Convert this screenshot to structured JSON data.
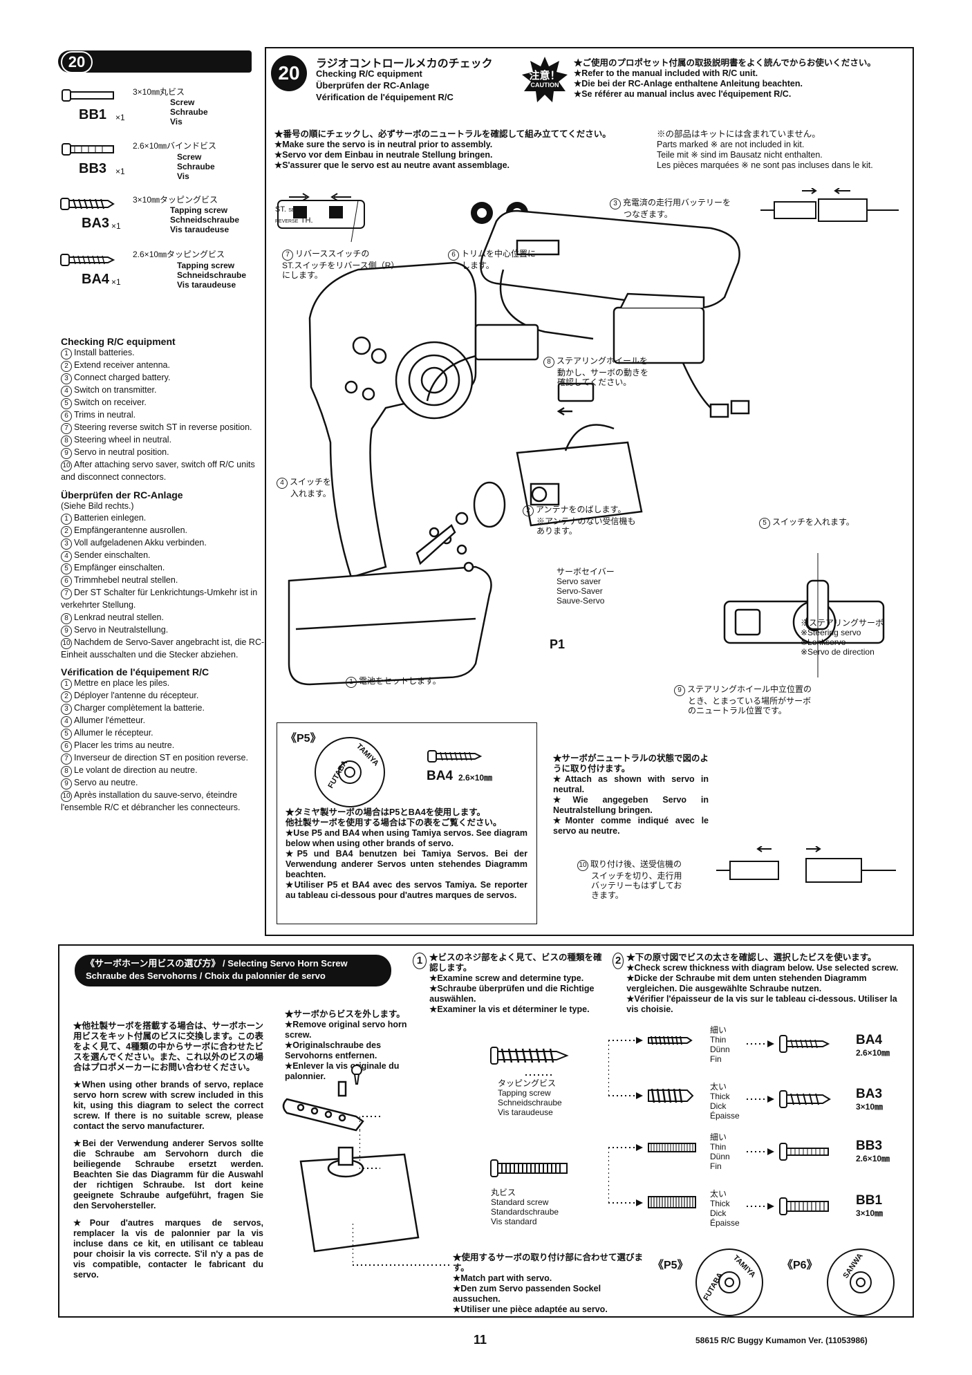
{
  "step": {
    "number": "20",
    "title_jp": "ラジオコントロールメカのチェック",
    "title_en": "Checking R/C equipment",
    "title_de": "Überprüfen der RC-Anlage",
    "title_fr": "Vérification de l'équipement R/C"
  },
  "caution": {
    "badge_jp": "注意！",
    "badge_en": "CAUTION",
    "lines": [
      "★ご使用のプロポセット付属の取扱説明書をよく読んでからお使いください。",
      "★Refer to the manual included with R/C unit.",
      "★Die bei der RC-Anlage enthaltene Anleitung beachten.",
      "★Se référer au manual inclus avec l'équipement R/C."
    ]
  },
  "parts": [
    {
      "code": "BB1",
      "qty": "×1",
      "size": "3×10㎜丸ビス",
      "names": [
        "Screw",
        "Schraube",
        "Vis"
      ]
    },
    {
      "code": "BB3",
      "qty": "×1",
      "size": "2.6×10㎜バインドビス",
      "names": [
        "Screw",
        "Schraube",
        "Vis"
      ]
    },
    {
      "code": "BA3",
      "qty": "×1",
      "size": "3×10㎜タッピングビス",
      "names": [
        "Tapping screw",
        "Schneidschraube",
        "Vis taraudeuse"
      ]
    },
    {
      "code": "BA4",
      "qty": "×1",
      "size": "2.6×10㎜タッピングビス",
      "names": [
        "Tapping screw",
        "Schneidschraube",
        "Vis taraudeuse"
      ]
    }
  ],
  "checklists": [
    {
      "title": "Checking R/C equipment",
      "items": [
        "Install batteries.",
        "Extend receiver antenna.",
        "Connect charged battery.",
        "Switch on transmitter.",
        "Switch on receiver.",
        "Trims in neutral.",
        "Steering reverse switch ST in reverse position.",
        "Steering wheel in neutral.",
        "Servo in neutral position.",
        "After attaching servo saver, switch off R/C units and disconnect connectors."
      ]
    },
    {
      "title": "Überprüfen der RC-Anlage",
      "subtitle": "(Siehe Bild rechts.)",
      "items": [
        "Batterien einlegen.",
        "Empfängerantenne ausrollen.",
        "Voll aufgeladenen Akku verbinden.",
        "Sender einschalten.",
        "Empfänger einschalten.",
        "Trimmhebel neutral stellen.",
        "Der ST Schalter für Lenkrichtungs-Umkehr ist in verkehrter Stellung.",
        "Lenkrad neutral stellen.",
        "Servo in Neutralstellung.",
        "Nachdem de Servo-Saver angebracht ist, die RC-Einheit ausschalten und die Stecker abziehen."
      ]
    },
    {
      "title": "Vérification de l'équipement R/C",
      "items": [
        "Mettre en place les piles.",
        "Déployer l'antenne du récepteur.",
        "Charger complètement la batterie.",
        "Allumer l'émetteur.",
        "Allumer le récepteur.",
        "Placer les trims au neutre.",
        "Inverseur de direction ST en position reverse.",
        "Le volant de direction au neutre.",
        "Servo au neutre.",
        "Après installation du sauve-servo, éteindre l'ensemble R/C et débrancher les connecteurs."
      ]
    }
  ],
  "neutral_note": [
    "★番号の順にチェックし、必ずサーボのニュートラルを確認して組み立ててください。",
    "★Make sure the servo is in neutral prior to assembly.",
    "★Servo vor dem Einbau in neutrale Stellung bringen.",
    "★S'assurer que le servo est au neutre avant assemblage."
  ],
  "not_included": [
    "※の部品はキットには含まれていません。",
    "Parts marked ※ are not included in kit.",
    "Teile mit ※ sind im Bausatz nicht enthalten.",
    "Les pièces marquées ※ ne sont pas incluses dans le kit."
  ],
  "callouts": {
    "c1": "電池をセットします。",
    "c2a": "アンテナをのばします。",
    "c2b": "※アンテナのない受信機も",
    "c2c": "あります。",
    "c3a": "充電済の走行用バッテリーを",
    "c3b": "つなぎます。",
    "c4a": "スイッチを",
    "c4b": "入れます。",
    "c5": "スイッチを入れます。",
    "c6a": "トリムを中心位置に",
    "c6b": "します。",
    "c7a": "リバーススイッチの",
    "c7b": "ST.スイッチをリバース側（R）",
    "c7c": "にします。",
    "c8a": "ステアリングホイールを",
    "c8b": "動かし、サーボの動きを",
    "c8c": "確認してください。",
    "c9a": "ステアリングホイール中立位置の",
    "c9b": "とき、とまっている場所がサーボ",
    "c9c": "のニュートラル位置です。",
    "c10a": "取り付け後、送受信機の",
    "c10b": "スイッチを切り、走行用",
    "c10c": "バッテリーもはずしてお",
    "c10d": "きます。",
    "saver": [
      "サーボセイバー",
      "Servo saver",
      "Servo-Saver",
      "Sauve-Servo"
    ],
    "steering_servo": [
      "※ステアリングサーボ",
      "※Steering servo",
      "※Lenkservo",
      "※Servo de direction"
    ],
    "p1": "P1",
    "switch_labels": [
      "ST.",
      "SERVO REVERSE",
      "TH."
    ]
  },
  "p5_box": {
    "label": "《P5》",
    "brand1": "FUTABA",
    "brand2": "TAMIYA",
    "screw_code": "BA4",
    "screw_size": "2.6×10㎜",
    "notes": [
      "★タミヤ製サーボの場合はP5とBA4を使用します。",
      "他社製サーボを使用する場合は下の表をご覧ください。",
      "★Use P5 and BA4 when using Tamiya servos. See diagram below when using other brands of servo.",
      "★P5 und BA4 benutzen bei Tamiya Servos. Bei der Verwendung anderer Servos unten stehendes Diagramm beachten.",
      "★Utiliser P5 et BA4 avec des servos Tamiya. Se reporter au tableau ci-dessous pour d'autres marques de servos."
    ]
  },
  "servo_attach": [
    "★サーボがニュートラルの状態で図のように取り付けます。",
    "★Attach as shown with servo in neutral.",
    "★Wie angegeben Servo in Neutralstellung bringen.",
    "★Monter comme indiqué avec le servo au neutre."
  ],
  "bottom": {
    "header_jp": "《サーボホーン用ビスの選び方》",
    "header_en": "/ Selecting Servo Horn Screw",
    "header_de_fr": "Schraube des Servohorns / Choix du palonnier de servo",
    "intro": [
      "★他社製サーボを搭載する場合は、サーボホーン用ビスをキット付属のビスに交換します。この表をよく見て、4種類の中からサーボに合わせたビスを選んでください。また、これ以外のビスの場合はプロポメーカーにお問い合わせください。",
      "★When using other brands of servo, replace servo horn screw with screw included in this kit, using this diagram to select the correct screw. If there is no suitable screw, please contact the servo manufacturer.",
      "★Bei der Verwendung anderer Servos sollte die Schraube am Servohorn durch die beiliegende Schraube ersetzt werden. Beachten Sie das Diagramm für die Auswahl der richtigen Schraube. Ist dort keine geeignete Schraube aufgeführt, fragen Sie den Servohersteller.",
      "★Pour d'autres marques de servos, remplacer la vis de palonnier par la vis incluse dans ce kit, en utilisant ce tableau pour choisir la vis correcte. S'il n'y a pas de vis compatible, contacter le fabricant du servo."
    ],
    "remove": [
      "★サーボからビスを外します。",
      "★Remove original servo horn screw.",
      "★Originalschraube des Servohorns entfernen.",
      "★Enlever la vis originale du palonnier."
    ],
    "step1": [
      "★ビスのネジ部をよく見て、ビスの種類を確認します。",
      "★Examine screw and determine type.",
      "★Schraube überprüfen und die Richtige auswählen.",
      "★Examiner la vis et déterminer le type."
    ],
    "step2": [
      "★下の原寸図でビスの太さを確認し、選択したビスを使います。",
      "★Check screw thickness with diagram below. Use selected screw.",
      "★Dicke der Schraube mit dem unten stehenden Diagramm vergleichen. Die ausgewählte Schraube nutzen.",
      "★Vérifier l'épaisseur de la vis sur le tableau ci-dessous. Utiliser la vis choisie."
    ],
    "tapping": [
      "タッピングビス",
      "Tapping screw",
      "Schneidschraube",
      "Vis taraudeuse"
    ],
    "standard": [
      "丸ビス",
      "Standard screw",
      "Standardschraube",
      "Vis standard"
    ],
    "thin": [
      "細い",
      "Thin",
      "Dünn",
      "Fin"
    ],
    "thick": [
      "太い",
      "Thick",
      "Dick",
      "Épaisse"
    ],
    "results": [
      {
        "code": "BA4",
        "size": "2.6×10㎜"
      },
      {
        "code": "BA3",
        "size": "3×10㎜"
      },
      {
        "code": "BB3",
        "size": "2.6×10㎜"
      },
      {
        "code": "BB1",
        "size": "3×10㎜"
      }
    ],
    "match": [
      "★使用するサーボの取り付け部に合わせて選びます。",
      "★Match part with servo.",
      "★Den zum Servo passenden Sockel aussuchen.",
      "★Utiliser une pièce adaptée au servo."
    ],
    "p5": "《P5》",
    "p6": "《P6》",
    "sanwa": "SANWA"
  },
  "footer": {
    "page": "11",
    "doc": "58615 R/C Buggy Kumamon Ver. (11053986)"
  }
}
